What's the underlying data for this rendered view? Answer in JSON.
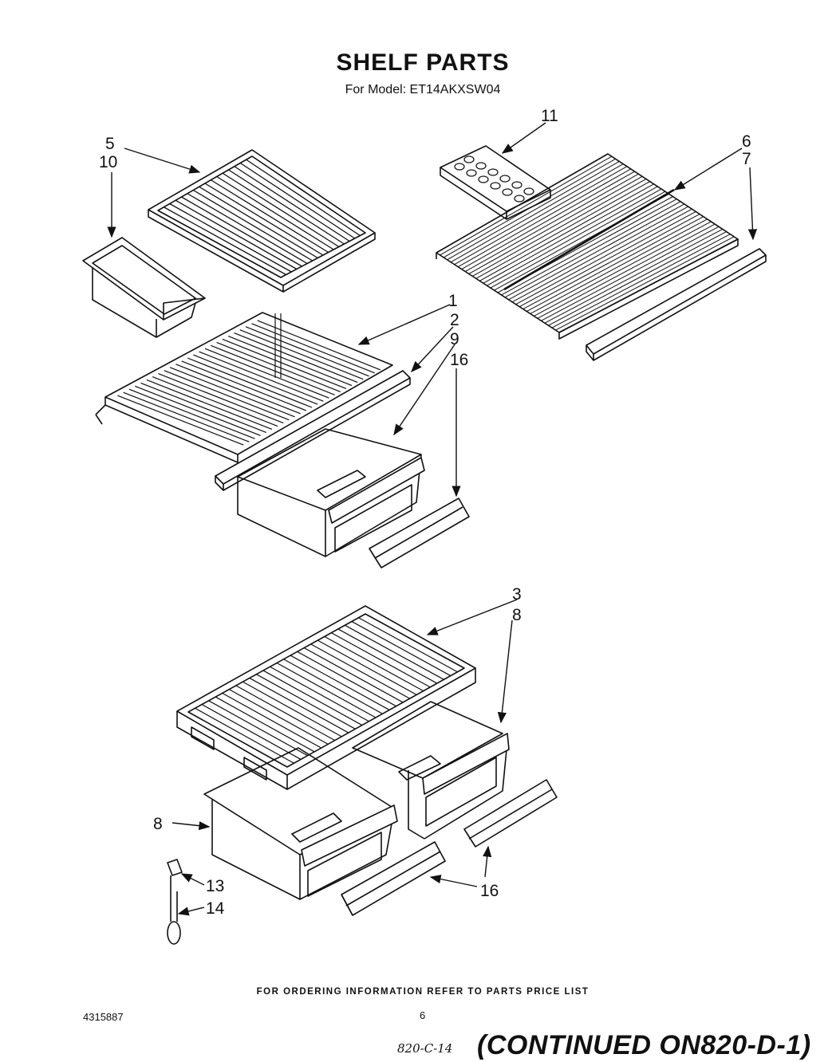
{
  "header": {
    "title": "SHELF PARTS",
    "subtitle": "For Model: ET14AKXSW04"
  },
  "callouts": [
    "5",
    "10",
    "11",
    "6",
    "7",
    "1",
    "2",
    "9",
    "16",
    "3",
    "8",
    "8",
    "13",
    "14",
    "16"
  ],
  "footer": {
    "ordering_note": "FOR ORDERING INFORMATION REFER TO PARTS PRICE LIST",
    "doc_number": "4315887",
    "page_number": "6",
    "handwritten_ref": "820-C-14",
    "continued": "(CONTINUED ON820-D-1)"
  }
}
